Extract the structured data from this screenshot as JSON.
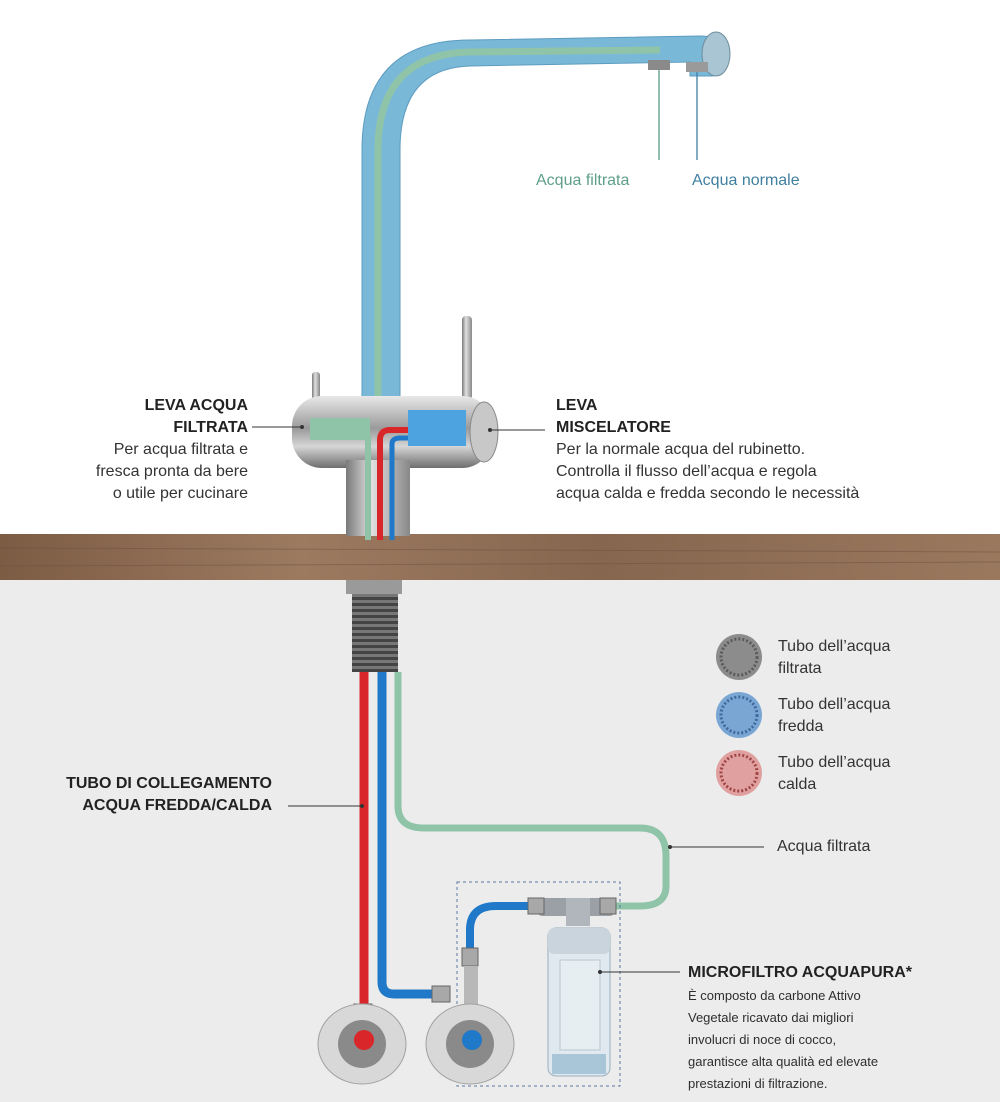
{
  "spout_labels": {
    "filtered": "Acqua filtrata",
    "normal": "Acqua normale"
  },
  "left_lever": {
    "title_line1": "LEVA ACQUA",
    "title_line2": "FILTRATA",
    "desc_line1": "Per acqua filtrata e",
    "desc_line2": "fresca pronta da bere",
    "desc_line3": "o utile per cucinare"
  },
  "right_lever": {
    "title_line1": "LEVA",
    "title_line2": "MISCELATORE",
    "desc_line1": "Per la normale acqua del rubinetto.",
    "desc_line2": "Controlla il flusso dell’acqua e regola",
    "desc_line3": "acqua calda e fredda secondo le necessità"
  },
  "legend": [
    {
      "line1": "Tubo dell’acqua",
      "line2": "filtrata",
      "color": "#7a7a7a"
    },
    {
      "line1": "Tubo dell’acqua",
      "line2": "fredda",
      "color": "#4a78b8"
    },
    {
      "line1": "Tubo dell’acqua",
      "line2": "calda",
      "color": "#c0504d"
    }
  ],
  "connection_tube": {
    "line1": "TUBO DI COLLEGAMENTO",
    "line2": "ACQUA FREDDA/CALDA"
  },
  "filtered_water_label": "Acqua filtrata",
  "microfilter": {
    "title": "MICROFILTRO ACQUAPURA*",
    "line1": "È composto da carbone Attivo",
    "line2": "Vegetale ricavato dai migliori",
    "line3": "involucri di noce di cocco,",
    "line4": "garantisce alta qualità ed elevate",
    "line5": "prestazioni di filtrazione."
  },
  "colors": {
    "faucet_blue": "#7ab8d8",
    "filtered_green": "#8fc4a8",
    "hot_red": "#d8262a",
    "cold_blue": "#1f78c8",
    "wood": "#8a6a52"
  }
}
